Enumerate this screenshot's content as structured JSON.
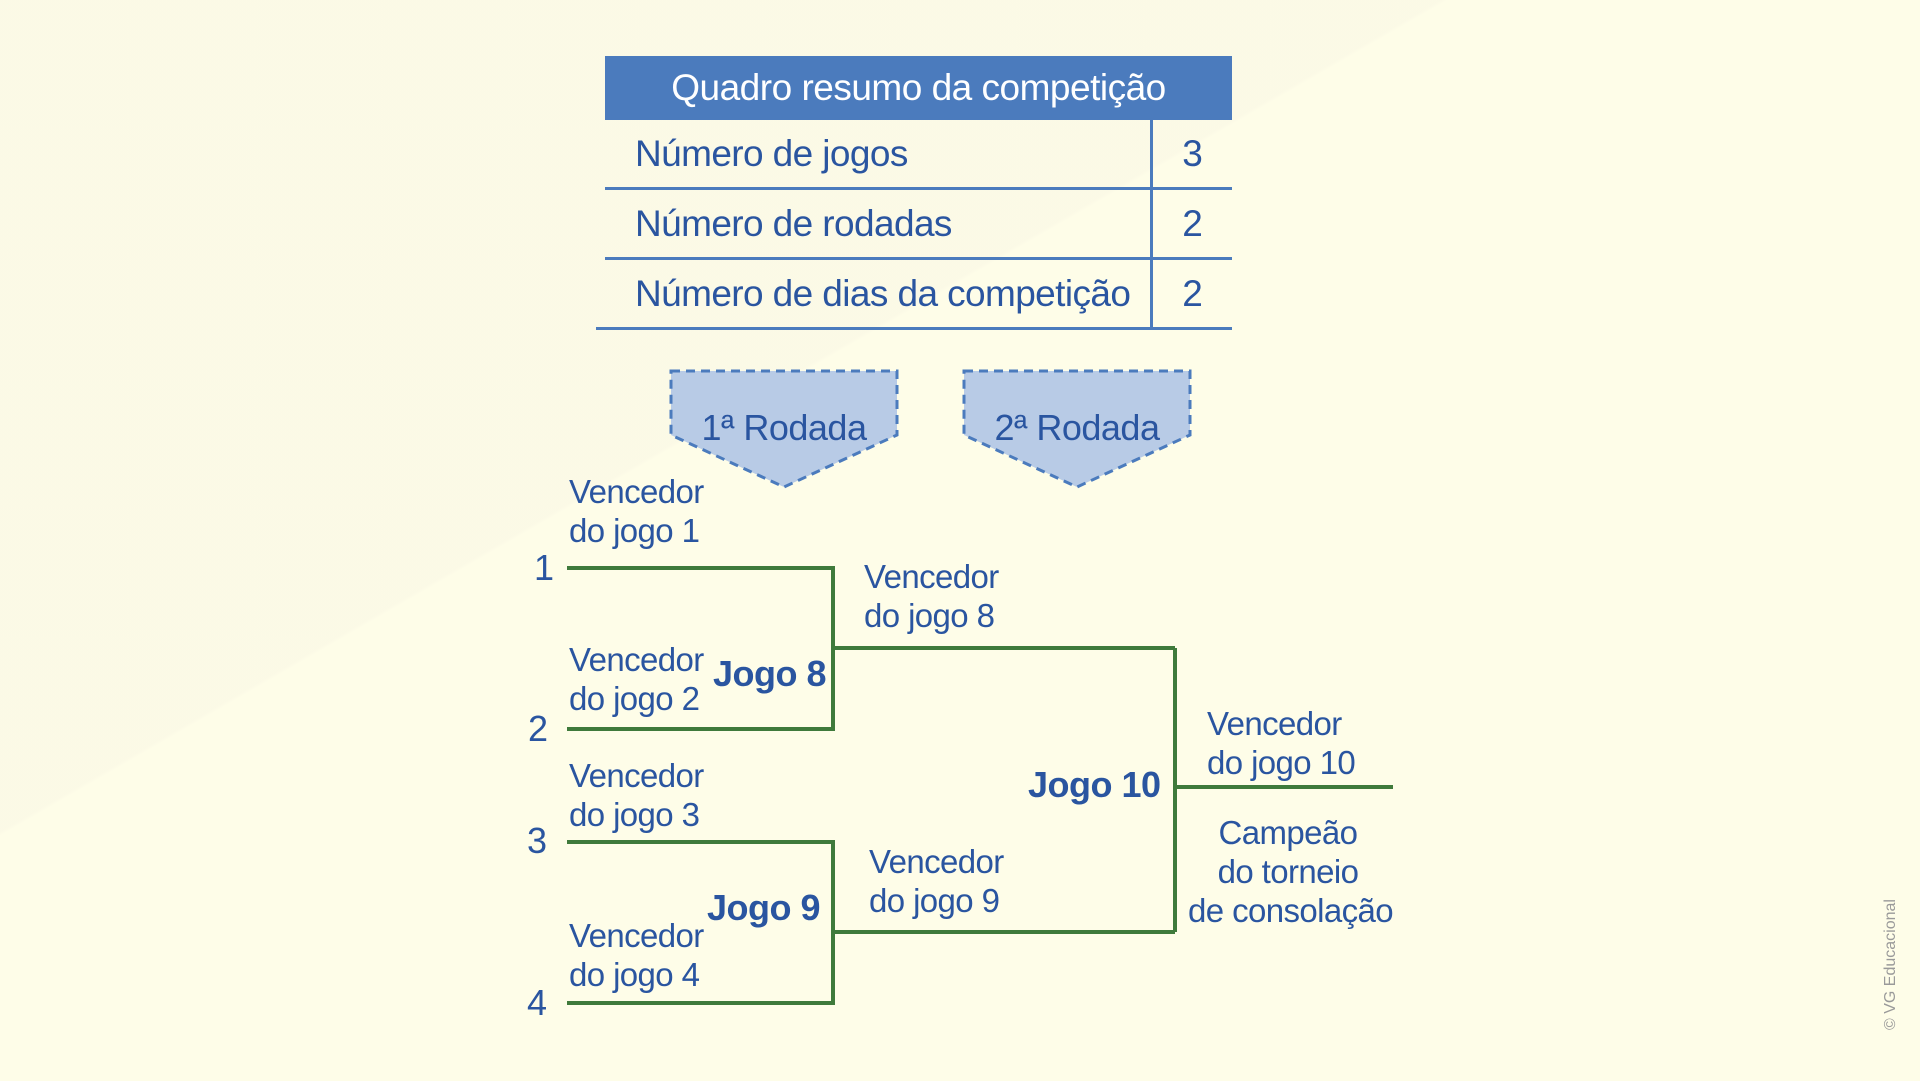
{
  "summary": {
    "title": "Quadro resumo da competição",
    "rows": [
      {
        "label": "Número de jogos",
        "value": "3"
      },
      {
        "label": "Número de rodadas",
        "value": "2"
      },
      {
        "label": "Número de dias da competição",
        "value": "2"
      }
    ]
  },
  "rounds": [
    "1ª Rodada",
    "2ª Rodada"
  ],
  "seeds": [
    "1",
    "2",
    "3",
    "4"
  ],
  "winners": {
    "w1": [
      "Vencedor",
      "do jogo 1"
    ],
    "w2": [
      "Vencedor",
      "do jogo 2"
    ],
    "w3": [
      "Vencedor",
      "do jogo 3"
    ],
    "w4": [
      "Vencedor",
      "do jogo 4"
    ],
    "w8": [
      "Vencedor",
      "do jogo 8"
    ],
    "w9": [
      "Vencedor",
      "do jogo 9"
    ],
    "w10": [
      "Vencedor",
      "do jogo 10"
    ]
  },
  "games": {
    "g8": "Jogo 8",
    "g9": "Jogo 9",
    "g10": "Jogo 10"
  },
  "champion": [
    "Campeão",
    "do torneio",
    "de consolação"
  ],
  "credit": "© VG Educacional",
  "colors": {
    "bracket_line": "#3f7a3b",
    "text": "#2a55a0",
    "table_header": "#4b7bbd",
    "banner_fill": "#b8cbe6",
    "banner_border": "#4b7bbd",
    "background": "#fefde8"
  }
}
